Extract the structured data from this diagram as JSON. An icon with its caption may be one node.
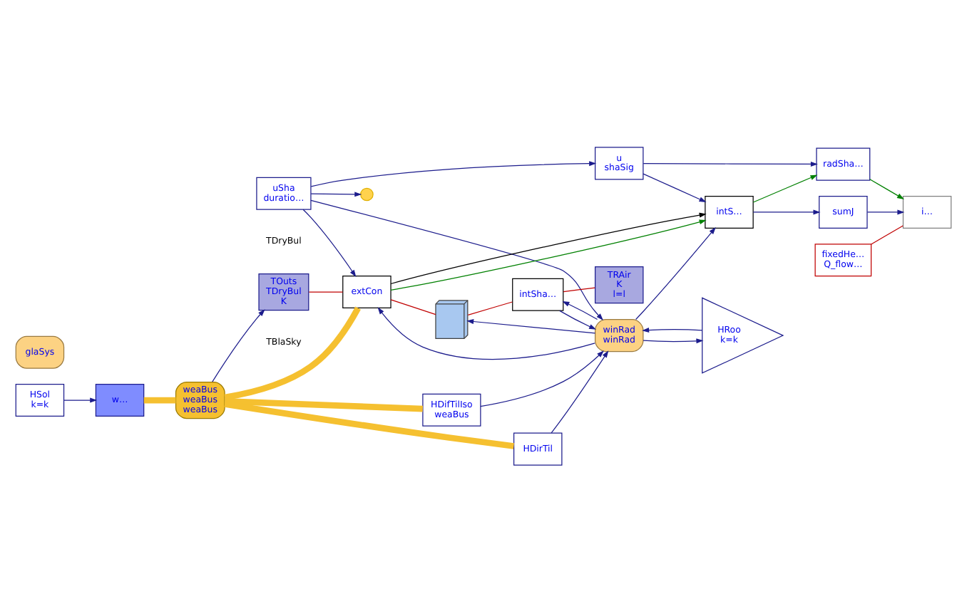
{
  "diagram": {
    "nodes": [
      {
        "text": [
          "uSha",
          "duratio…"
        ]
      },
      {
        "text": [
          "glaSys"
        ]
      },
      {
        "text": [
          "u",
          "shaSig"
        ]
      },
      {
        "text": [
          "extCon"
        ]
      },
      {
        "text": [],
        "shape": "picture"
      },
      {
        "text": [],
        "shape": "circle"
      },
      {
        "text": [
          "intS…"
        ]
      },
      {
        "text": [
          "radSha…"
        ]
      },
      {
        "text": [
          "i…"
        ]
      },
      {
        "text": [
          "sumJ"
        ]
      },
      {
        "text": [
          "fixedHe…",
          "Q_flow…"
        ]
      },
      {
        "text": [
          "TOuts",
          "TDryBul",
          "K"
        ]
      },
      {
        "text": [
          "HDifTilIso",
          "weaBus"
        ]
      },
      {
        "text": [
          "intSha…"
        ]
      },
      {
        "text": [
          "TRAir",
          "K",
          "l=l"
        ]
      },
      {
        "text": [
          "HSol",
          "k=k"
        ]
      },
      {
        "text": [
          "w…"
        ]
      },
      {
        "text": [
          "weaBus",
          "weaBus",
          "weaBus"
        ]
      },
      {
        "text": [
          "HDirTil"
        ]
      },
      {
        "text": [
          "winRad",
          "winRad"
        ]
      },
      {
        "text": [
          "HRoo",
          "k=k"
        ]
      }
    ],
    "edges": [
      {
        "from": 0,
        "to": 2,
        "arrow": "to"
      },
      {
        "from": 0,
        "to": 5,
        "arrow": "to"
      },
      {
        "from": 0,
        "to": 3,
        "arrow": "to"
      },
      {
        "from": 0,
        "to": 19,
        "arrow": "to"
      },
      {
        "from": 2,
        "to": 6,
        "arrow": "to"
      },
      {
        "from": 2,
        "to": 7,
        "arrow": "to"
      },
      {
        "from": 3,
        "to": 4,
        "arrow": "none",
        "color": "#c00000"
      },
      {
        "from": 3,
        "to": 6,
        "arrow": "to",
        "color": "#008000"
      },
      {
        "from": 3,
        "to": 6,
        "arrow": "to",
        "color": "#000000"
      },
      {
        "from": 4,
        "to": 13,
        "arrow": "none",
        "color": "#c00000"
      },
      {
        "from": 6,
        "to": 7,
        "arrow": "to",
        "color": "#008000"
      },
      {
        "from": 6,
        "to": 9,
        "arrow": "to"
      },
      {
        "from": 7,
        "to": 8,
        "arrow": "to",
        "color": "#008000"
      },
      {
        "from": 9,
        "to": 8,
        "arrow": "to"
      },
      {
        "from": 10,
        "to": 8,
        "arrow": "none",
        "color": "#c00000"
      },
      {
        "from": 13,
        "to": 14,
        "arrow": "none",
        "color": "#c00000"
      },
      {
        "from": 11,
        "to": 3,
        "arrow": "none",
        "color": "#c00000"
      },
      {
        "from": 17,
        "to": 3,
        "arrow": "none",
        "style": "thick",
        "color": "#f5c030"
      },
      {
        "from": 17,
        "to": 12,
        "arrow": "none",
        "style": "thick",
        "color": "#f5c030"
      },
      {
        "from": 17,
        "to": 18,
        "arrow": "none",
        "style": "thick",
        "color": "#f5c030"
      },
      {
        "from": 16,
        "to": 17,
        "arrow": "none",
        "style": "thick",
        "color": "#f5c030"
      },
      {
        "from": 15,
        "to": 16,
        "arrow": "to"
      },
      {
        "from": 17,
        "to": 11,
        "arrow": "to"
      },
      {
        "from": 12,
        "to": 19,
        "arrow": "to"
      },
      {
        "from": 18,
        "to": 19,
        "arrow": "to"
      },
      {
        "from": 20,
        "to": 19,
        "arrow": "to"
      },
      {
        "from": 19,
        "to": 20,
        "arrow": "to"
      },
      {
        "from": 19,
        "to": 3,
        "arrow": "to"
      },
      {
        "from": 19,
        "to": 4,
        "arrow": "to"
      },
      {
        "from": 19,
        "to": 6,
        "arrow": "to"
      },
      {
        "from": 19,
        "to": 13,
        "arrow": "to"
      },
      {
        "from": 13,
        "to": 19,
        "arrow": "to"
      }
    ],
    "labels": [
      "TBlaSky",
      "TDryBul"
    ]
  }
}
